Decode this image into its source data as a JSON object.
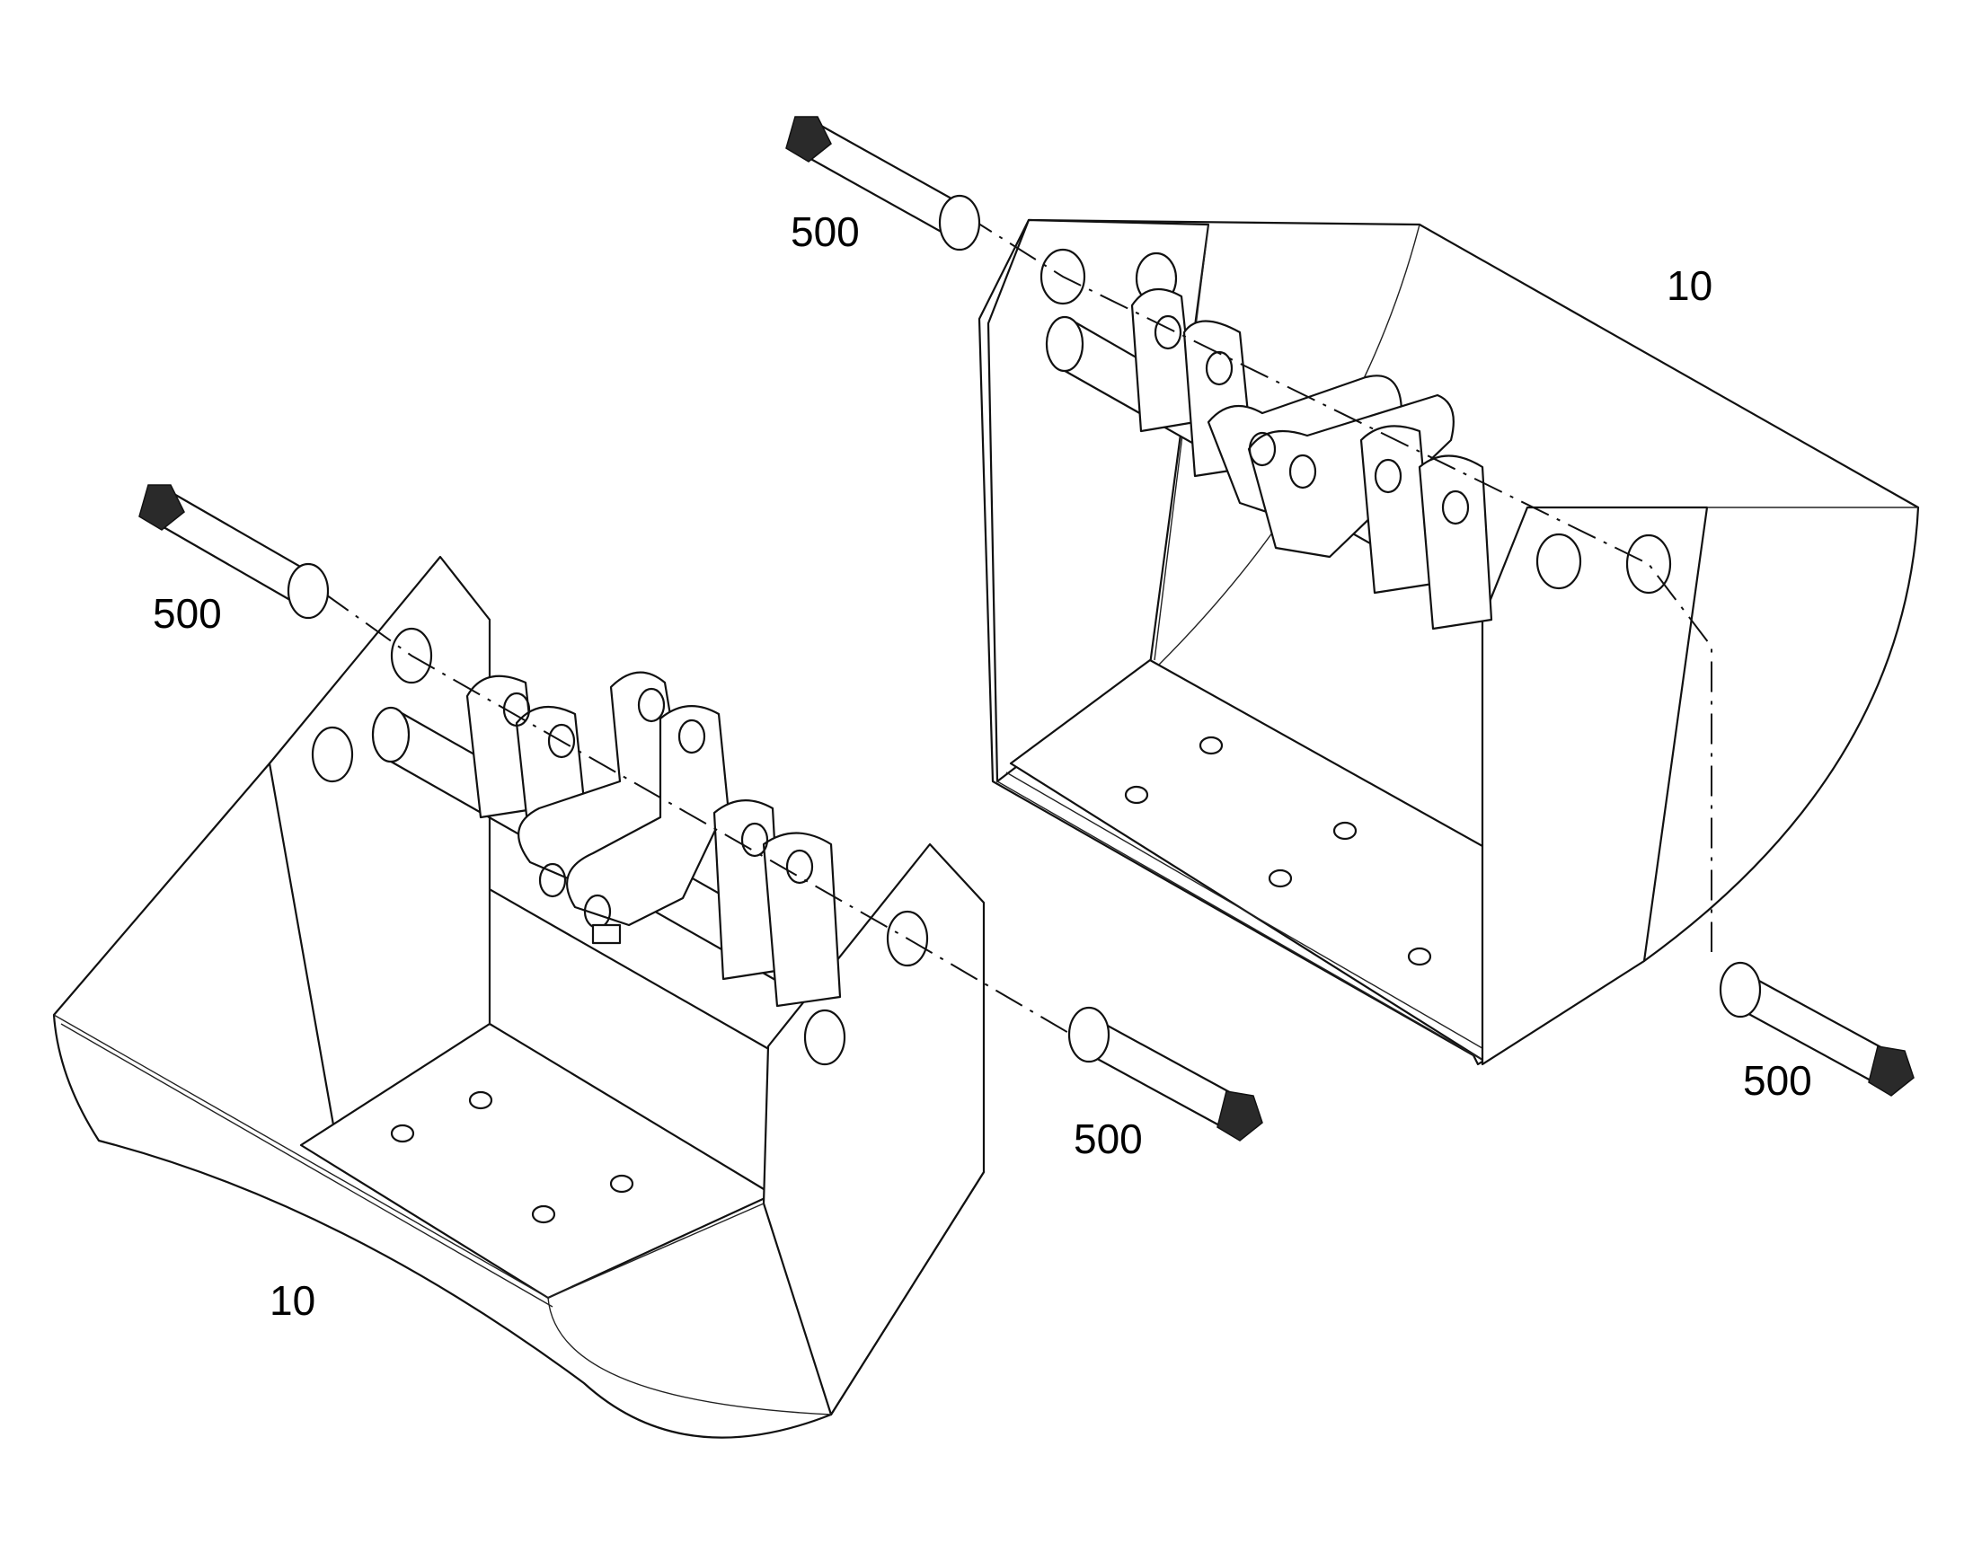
{
  "labels": {
    "pin_top_left": "500",
    "bucket_right": "10",
    "pin_mid_left": "500",
    "pin_bottom_right": "500",
    "pin_mid_center": "500",
    "bucket_left": "10"
  },
  "colors": {
    "line": "#111111",
    "background": "#ffffff"
  }
}
